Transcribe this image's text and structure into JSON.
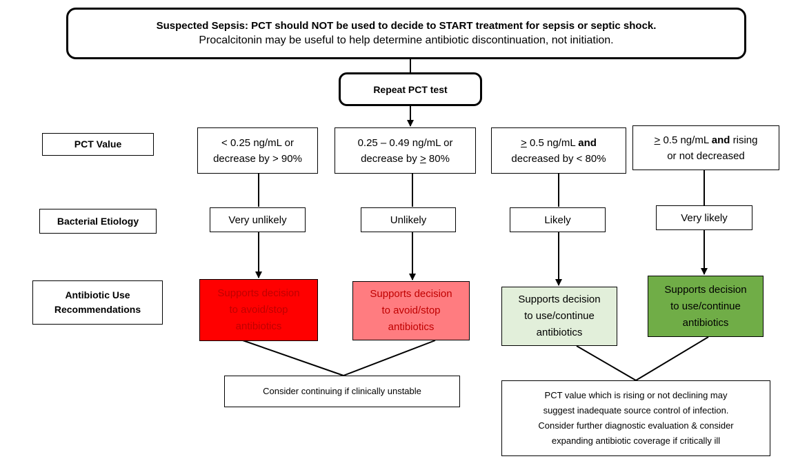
{
  "header": {
    "title": "Suspected Sepsis:  PCT should NOT be used to decide to START treatment for sepsis or septic shock.",
    "subtitle": "Procalcitonin may be useful to help determine antibiotic discontinuation, not initiation."
  },
  "repeat_test": "Repeat PCT test",
  "row_labels": {
    "pct_value": "PCT Value",
    "bacterial_etiology": "Bacterial Etiology",
    "antibiotic_use_1": "Antibiotic Use",
    "antibiotic_use_2": "Recommendations"
  },
  "columns": [
    {
      "pct_line1": "< 0.25 ng/mL or",
      "pct_line2": "decrease by > 90%",
      "etiology": "Very unlikely",
      "recommendation": [
        "Supports decision",
        "to avoid/stop",
        "antibiotics"
      ]
    },
    {
      "pct_line1": "0.25 – 0.49 ng/mL or",
      "pct_line2_a": "decrease by ",
      "pct_line2_ge": ">",
      "pct_line2_b": " 80%",
      "etiology": "Unlikely",
      "recommendation": [
        "Supports decision",
        "to avoid/stop",
        "antibiotics"
      ]
    },
    {
      "pct_ge": ">",
      "pct_line1_a": " 0.5 ng/mL ",
      "pct_line1_bold": "and",
      "pct_line2": "decreased by < 80%",
      "etiology": "Likely",
      "recommendation": [
        "Supports decision",
        "to use/continue",
        "antibiotics"
      ]
    },
    {
      "pct_ge": ">",
      "pct_line1_a": " 0.5 ng/mL ",
      "pct_line1_bold": "and",
      "pct_line1_b": " rising",
      "pct_line2": "or not decreased",
      "etiology": "Very likely",
      "recommendation": [
        "Supports decision",
        "to use/continue",
        "antibiotics"
      ]
    }
  ],
  "note_left": "Consider continuing if clinically unstable",
  "note_right": [
    "PCT value which is rising or not declining may",
    "suggest inadequate source control of infection.",
    "Consider further diagnostic evaluation & consider",
    "expanding antibiotic coverage if critically ill"
  ],
  "colors": {
    "rec_1_fill": "#ff0000",
    "rec_1_text": "#c00000",
    "rec_2_fill": "#ff7c80",
    "rec_2_text": "#c00000",
    "rec_3_fill": "#e2efda",
    "rec_3_text": "#000000",
    "rec_4_fill": "#70ad47",
    "rec_4_text": "#000000"
  }
}
